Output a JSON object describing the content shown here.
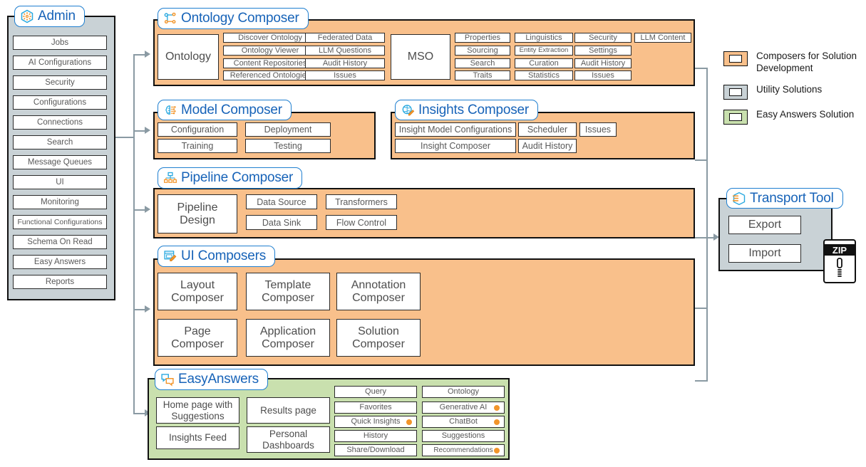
{
  "admin": {
    "title": "Admin",
    "icon": "gear-hexagon-icon",
    "items": [
      {
        "label": "Jobs"
      },
      {
        "label": "AI Configurations"
      },
      {
        "label": "Security"
      },
      {
        "label": "Configurations"
      },
      {
        "label": "Connections"
      },
      {
        "label": "Search"
      },
      {
        "label": "Message Queues"
      },
      {
        "label": "UI"
      },
      {
        "label": "Monitoring"
      },
      {
        "label": "Functional Configurations"
      },
      {
        "label": "Schema On Read"
      },
      {
        "label": "Easy Answers"
      },
      {
        "label": "Reports"
      }
    ]
  },
  "ontology_composer": {
    "title": "Ontology Composer",
    "icon": "ontology-graph-icon",
    "main": "Ontology",
    "mso": "MSO",
    "col1": [
      "Discover Ontology",
      "Ontology Viewer",
      "Content Repositories",
      "Referenced Ontologies"
    ],
    "col2": [
      "Federated Data",
      "LLM Questions",
      "Audit History",
      "Issues"
    ],
    "col3": [
      "Properties",
      "Sourcing",
      "Search",
      "Traits"
    ],
    "col4": [
      "Linguistics",
      "Entity Extraction",
      "Curation",
      "Statistics"
    ],
    "col5": [
      "Security",
      "Settings",
      "Audit History",
      "Issues"
    ],
    "col6": [
      "LLM Content"
    ]
  },
  "model_composer": {
    "title": "Model Composer",
    "icon": "brain-circuit-icon",
    "col1": [
      "Configuration",
      "Training"
    ],
    "col2": [
      "Deployment",
      "Testing"
    ]
  },
  "insights_composer": {
    "title": "Insights Composer",
    "icon": "brain-pencil-icon",
    "col1": [
      "Insight Model Configurations",
      "Insight Composer"
    ],
    "col2": [
      "Scheduler",
      "Audit History"
    ],
    "col3": [
      "Issues"
    ]
  },
  "pipeline_composer": {
    "title": "Pipeline Composer",
    "icon": "pipeline-hierarchy-icon",
    "main": "Pipeline Design",
    "col1": [
      "Data Source",
      "Data Sink"
    ],
    "col2": [
      "Transformers",
      "Flow Control"
    ]
  },
  "ui_composers": {
    "title": "UI Composers",
    "icon": "window-pencil-icon",
    "items": [
      "Layout Composer",
      "Template Composer",
      "Annotation Composer",
      "Page Composer",
      "Application Composer",
      "Solution Composer"
    ]
  },
  "easy_answers": {
    "title": "EasyAnswers",
    "icon": "chat-bubbles-icon",
    "col1": [
      "Home page with Suggestions",
      "Insights Feed"
    ],
    "col2": [
      "Results page",
      "Personal Dashboards"
    ],
    "col3": [
      {
        "label": "Query",
        "dot": false
      },
      {
        "label": "Favorites",
        "dot": false
      },
      {
        "label": "Quick Insights",
        "dot": true
      },
      {
        "label": "History",
        "dot": false
      },
      {
        "label": "Share/Download",
        "dot": false
      }
    ],
    "col4": [
      {
        "label": "Ontology",
        "dot": false
      },
      {
        "label": "Generative AI",
        "dot": true
      },
      {
        "label": "ChatBot",
        "dot": true
      },
      {
        "label": "Suggestions",
        "dot": false
      },
      {
        "label": "Recommendations",
        "dot": true
      }
    ]
  },
  "transport_tool": {
    "title": "Transport Tool",
    "icon": "transport-box-icon",
    "items": [
      "Export",
      "Import"
    ],
    "zip_label": "ZIP"
  },
  "legend": {
    "items": [
      {
        "label": "Composers for Solution Development",
        "color": "#f9c08b"
      },
      {
        "label": "Utility Solutions",
        "color": "#c9d2d6"
      },
      {
        "label": "Easy Answers Solution",
        "color": "#c9e0ae"
      }
    ]
  },
  "colors": {
    "orange": "#f9c08b",
    "gray": "#c9d2d6",
    "green": "#c9e0ae",
    "accent_blue": "#1763b8",
    "accent_orange": "#f2952b",
    "connector": "#8a9aa3"
  }
}
